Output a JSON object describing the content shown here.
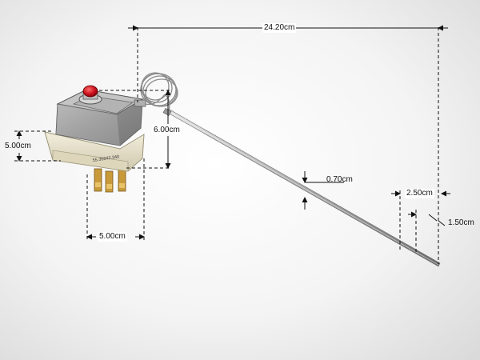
{
  "dimensions": {
    "probe_length": "24.20cm",
    "capillary_diameter": "0.70cm",
    "bulb_tip_length": "2.50cm",
    "bulb_tip_offset": "1.50cm",
    "body_height": "5.00cm",
    "body_height_with_button": "6.00cm",
    "body_width": "5.00cm"
  },
  "product_marking": "55.35642.340",
  "colors": {
    "button": "#c8101c",
    "dimension_line": "#111111",
    "metal": "#9c9c9c",
    "terminal": "#c89a3a",
    "base": "#e8e2cc"
  }
}
